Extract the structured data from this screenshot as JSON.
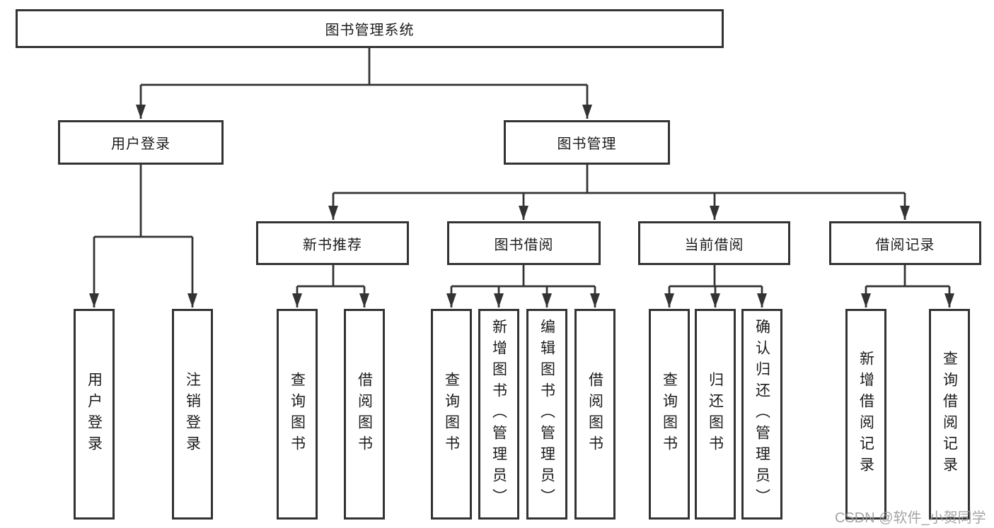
{
  "colors": {
    "line": "#333333",
    "text": "#1c1c1c",
    "watermark": "#9b9b9b",
    "background": "#ffffff"
  },
  "nodes": {
    "root": {
      "label": "图书管理系统"
    },
    "user_login": {
      "label": "用户登录"
    },
    "book_mgmt": {
      "label": "图书管理"
    },
    "new_book_rec": {
      "label": "新书推荐"
    },
    "book_borrow": {
      "label": "图书借阅"
    },
    "current_borrow": {
      "label": "当前借阅"
    },
    "borrow_records": {
      "label": "借阅记录"
    },
    "v_user_login": {
      "label": "用户登录"
    },
    "v_logout": {
      "label": "注销登录"
    },
    "v_query_book_1": {
      "label": "查询图书"
    },
    "v_borrow_book_1": {
      "label": "借阅图书"
    },
    "v_query_book_2": {
      "label": "查询图书"
    },
    "v_add_book_admin": {
      "label": "新增图书（管理员）"
    },
    "v_edit_book_admin": {
      "label": "编辑图书（管理员）"
    },
    "v_borrow_book_2": {
      "label": "借阅图书"
    },
    "v_query_book_3": {
      "label": "查询图书"
    },
    "v_return_book": {
      "label": "归还图书"
    },
    "v_confirm_return_admin": {
      "label": "确认归还（管理员）"
    },
    "v_add_borrow_record": {
      "label": "新增借阅记录"
    },
    "v_query_borrow_record": {
      "label": "查询借阅记录"
    }
  },
  "watermark": {
    "text": "CSDN @软件_小贺同学"
  }
}
